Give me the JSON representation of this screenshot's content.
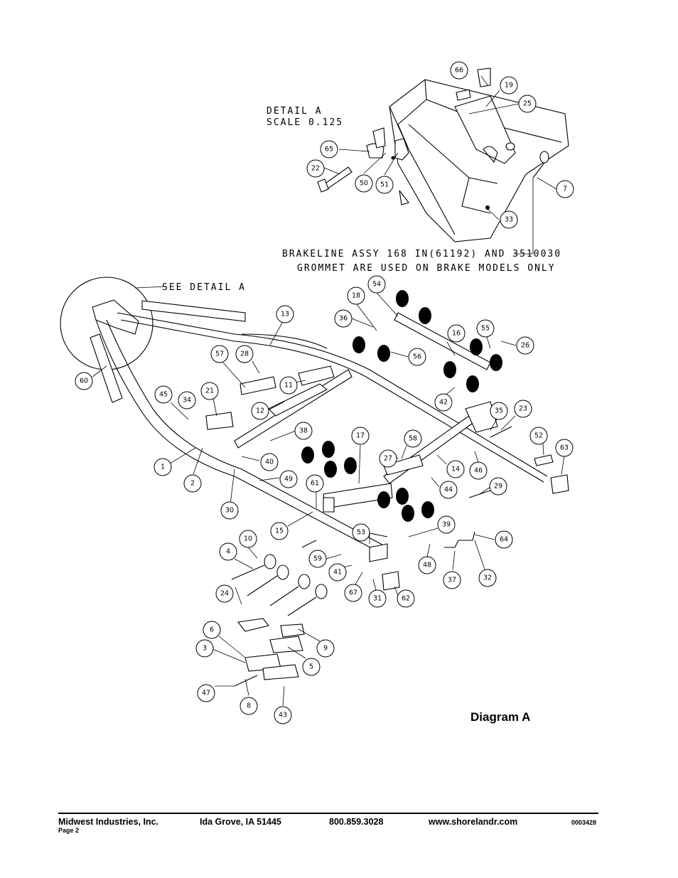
{
  "detail": {
    "title": "DETAIL  A",
    "scale": "SCALE  0.125",
    "see_detail": "SEE DETAIL  A",
    "brakeline_note_1": "BRAKELINE ASSY 168 IN(61192) AND 3510030",
    "brakeline_note_2": "GROMMET ARE USED ON BRAKE MODELS ONLY"
  },
  "diagram_title": "Diagram A",
  "footer": {
    "company": "Midwest Industries, Inc.",
    "location": "Ida Grove, IA  51445",
    "phone": "800.859.3028",
    "website": "www.shorelandr.com",
    "page": "Page 2",
    "doc_number": "0003428"
  },
  "callouts": [
    "66",
    "19",
    "25",
    "65",
    "22",
    "50",
    "51",
    "7",
    "33",
    "13",
    "18",
    "54",
    "36",
    "16",
    "55",
    "26",
    "56",
    "60",
    "57",
    "28",
    "11",
    "45",
    "34",
    "21",
    "12",
    "42",
    "35",
    "23",
    "38",
    "40",
    "17",
    "58",
    "27",
    "52",
    "63",
    "1",
    "2",
    "49",
    "14",
    "46",
    "44",
    "29",
    "61",
    "30",
    "15",
    "10",
    "4",
    "53",
    "39",
    "64",
    "59",
    "48",
    "41",
    "24",
    "67",
    "62",
    "31",
    "37",
    "32",
    "6",
    "9",
    "3",
    "5",
    "47",
    "8",
    "43"
  ]
}
